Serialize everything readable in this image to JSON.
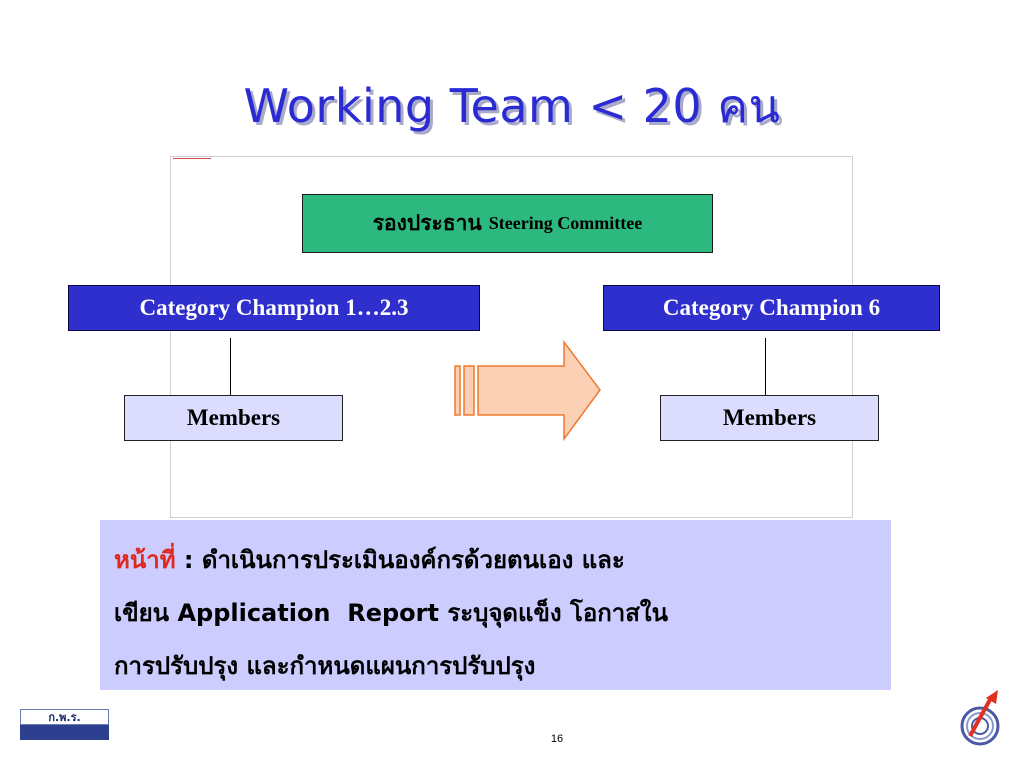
{
  "slide": {
    "title": "Working Team < 20 คน",
    "page_number": "16"
  },
  "org_chart": {
    "top_box": {
      "thai": "รองประธาน",
      "english": "Steering Committee"
    },
    "left": {
      "champion": "Category Champion 1…2.3",
      "members": "Members"
    },
    "right": {
      "champion": "Category Champion 6",
      "members": "Members"
    }
  },
  "description": {
    "label": "หน้าที่",
    "colon": ":",
    "line1": "ดำเนินการประเมินองค์กรด้วยตนเอง และ",
    "line2_pre": "เขียน",
    "line2_en": "Application  Report",
    "line2_post": "ระบุจุดแข็ง โอกาสใน",
    "line3": "การปรับปรุง และกำหนดแผนการปรับปรุง"
  },
  "footer": {
    "logo_text": "ก.พ.ร."
  },
  "colors": {
    "title": "#2b2bd4",
    "steering_box": "#2cb87e",
    "champion_box": "#2f2fce",
    "members_box": "#dcdcff",
    "description_box": "#ccccff",
    "label_red": "#e0281e",
    "arrow_fill": "#fcd0b4",
    "arrow_stroke": "#f07830"
  },
  "icons": {
    "arrow": "right-arrow-icon",
    "right_logo": "circular-arrow-logo-icon"
  }
}
